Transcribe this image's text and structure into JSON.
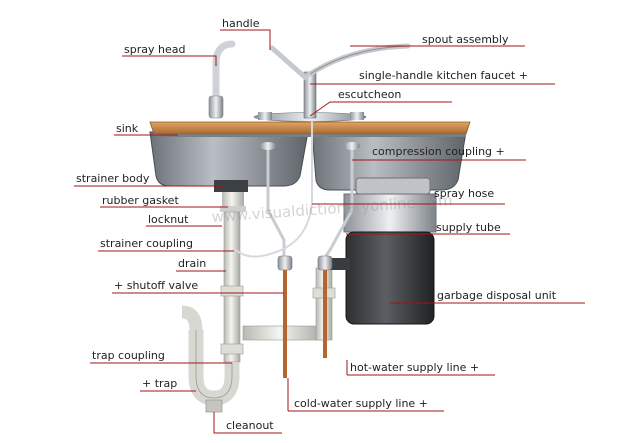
{
  "labels": {
    "handle": "handle",
    "spray_head": "spray head",
    "spout_assembly": "spout assembly",
    "single_handle_faucet": "single-handle kitchen faucet +",
    "escutcheon": "escutcheon",
    "sink": "sink",
    "compression_coupling": "compression coupling +",
    "strainer_body": "strainer body",
    "spray_hose": "spray hose",
    "rubber_gasket": "rubber gasket",
    "locknut": "locknut",
    "supply_tube": "supply tube",
    "strainer_coupling": "strainer coupling",
    "drain": "drain",
    "garbage_disposal_unit": "garbage disposal unit",
    "shutoff_valve": "+ shutoff valve",
    "trap_coupling": "trap coupling",
    "hot_water_supply_line": "hot-water supply line +",
    "trap": "+ trap",
    "cold_water_supply_line": "cold-water supply line +",
    "cleanout": "cleanout"
  },
  "watermark": "www.visualdictionaryonline.com",
  "colors": {
    "leader_line": "#a31515",
    "countertop": "#c8894a",
    "sink_steel": "#8a8f96",
    "pvc": "#e3e3de",
    "copper": "#b5652f"
  }
}
